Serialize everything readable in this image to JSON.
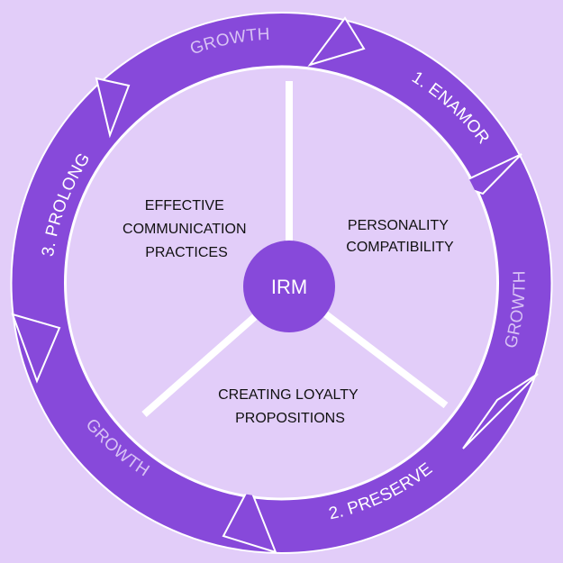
{
  "colors": {
    "background": "#e2cdf9",
    "ring_band": "#8749da",
    "ring_text": "#ffffff",
    "growth_text": "#d8c2f5",
    "inner_fill": "#e2cdf9",
    "divider": "#ffffff",
    "hub_fill": "#8749da",
    "sector_text": "#111111"
  },
  "hub": {
    "label": "IRM"
  },
  "sectors": [
    {
      "lines": [
        "PERSONALITY",
        "COMPATIBILITY"
      ]
    },
    {
      "lines": [
        "CREATING LOYALTY",
        "PROPOSITIONS"
      ]
    },
    {
      "lines": [
        "EFFECTIVE",
        "COMMUNICATION",
        "PRACTICES"
      ]
    }
  ],
  "ring": {
    "stages": [
      {
        "label": "1. ENAMOR"
      },
      {
        "label": "2. PRESERVE"
      },
      {
        "label": "3. PROLONG"
      }
    ],
    "growth": [
      {
        "label": "GROWTH"
      },
      {
        "label": "GROWTH"
      },
      {
        "label": "GROWTH"
      }
    ]
  }
}
